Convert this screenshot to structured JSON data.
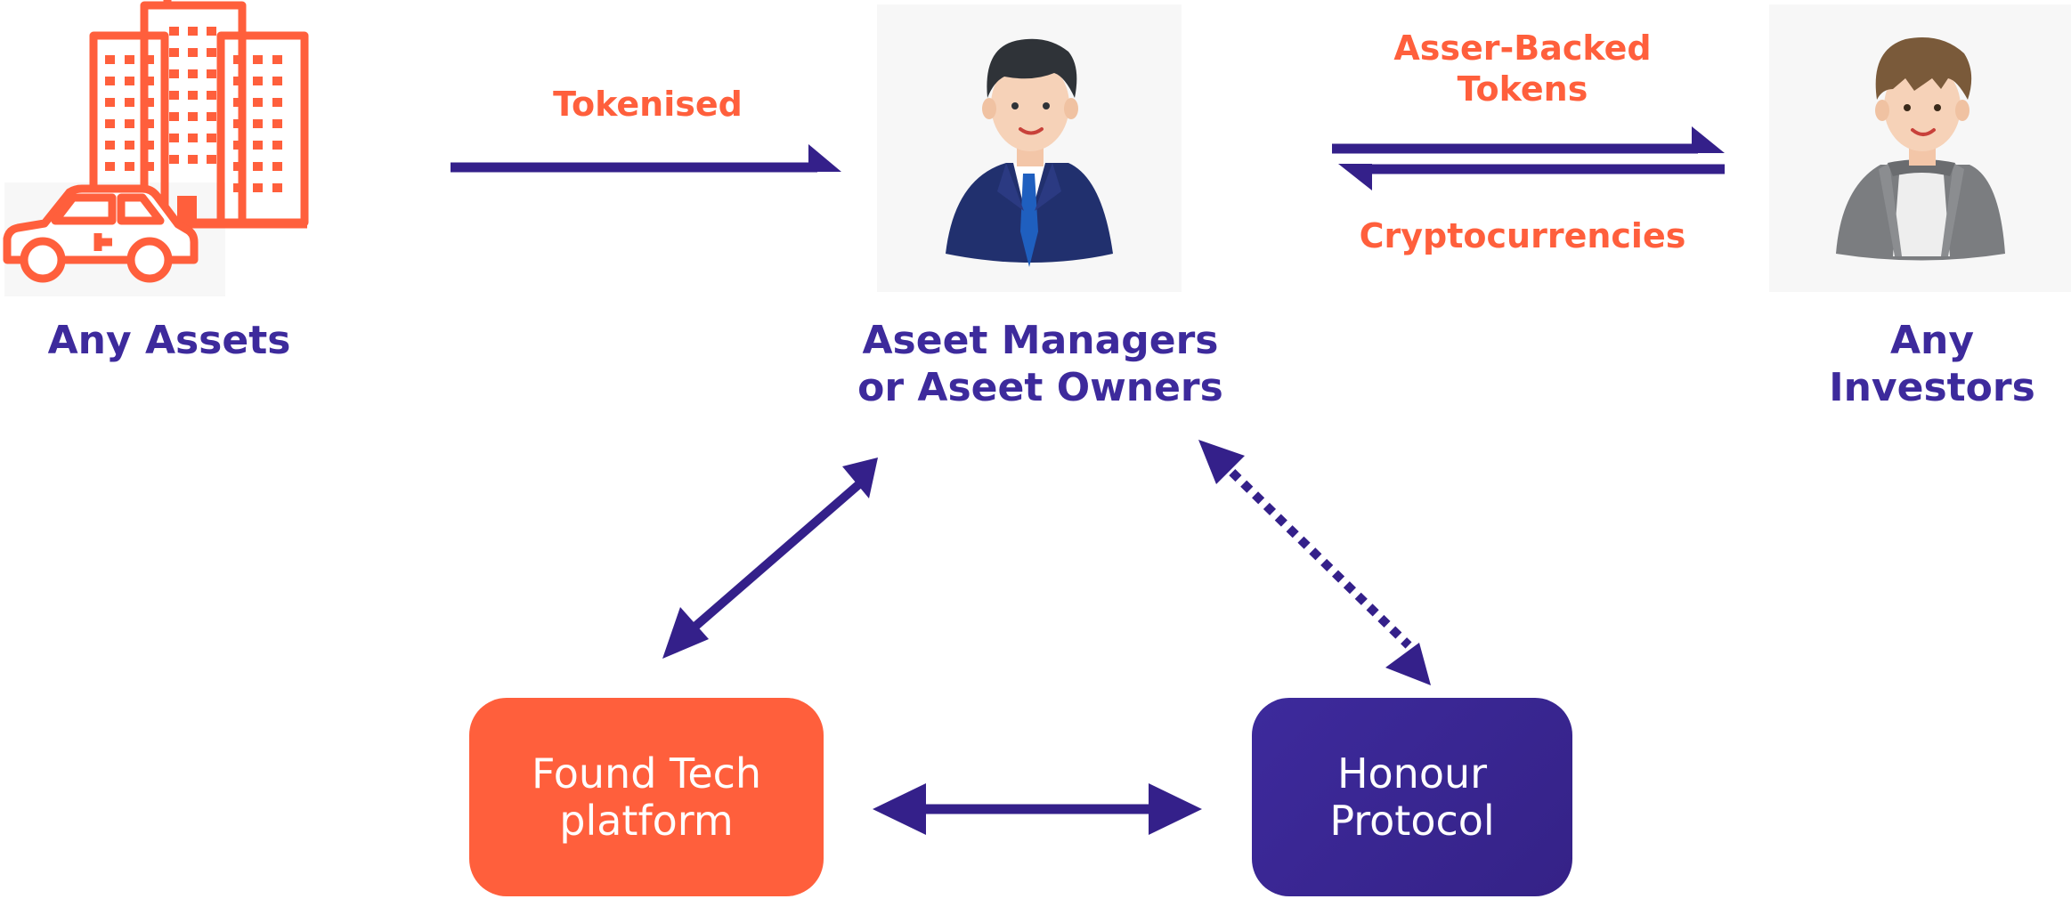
{
  "nodes": {
    "assets": {
      "label": "Any Assets"
    },
    "managers": {
      "label_line1": "Aseet Managers",
      "label_line2": "or Aseet Owners"
    },
    "investors": {
      "label_line1": "Any",
      "label_line2": "Investors"
    },
    "found_tech": {
      "label_line1": "Found Tech",
      "label_line2": "platform"
    },
    "honour": {
      "label_line1": "Honour",
      "label_line2": "Protocol"
    }
  },
  "edges": {
    "tokenised": {
      "label": "Tokenised"
    },
    "tokens": {
      "label_line1": "Asser-Backed",
      "label_line2": "Tokens"
    },
    "crypto": {
      "label": "Cryptocurrencies"
    }
  },
  "colors": {
    "accent_orange": "#ff5f3c",
    "brand_purple": "#3d2a9c",
    "arrow_purple": "#34208a",
    "avatar_bg": "#f7f7f7"
  },
  "icons": {
    "assets": "buildings-and-car-icon",
    "manager": "businessman-avatar-icon",
    "investor": "casual-investor-avatar-icon"
  }
}
